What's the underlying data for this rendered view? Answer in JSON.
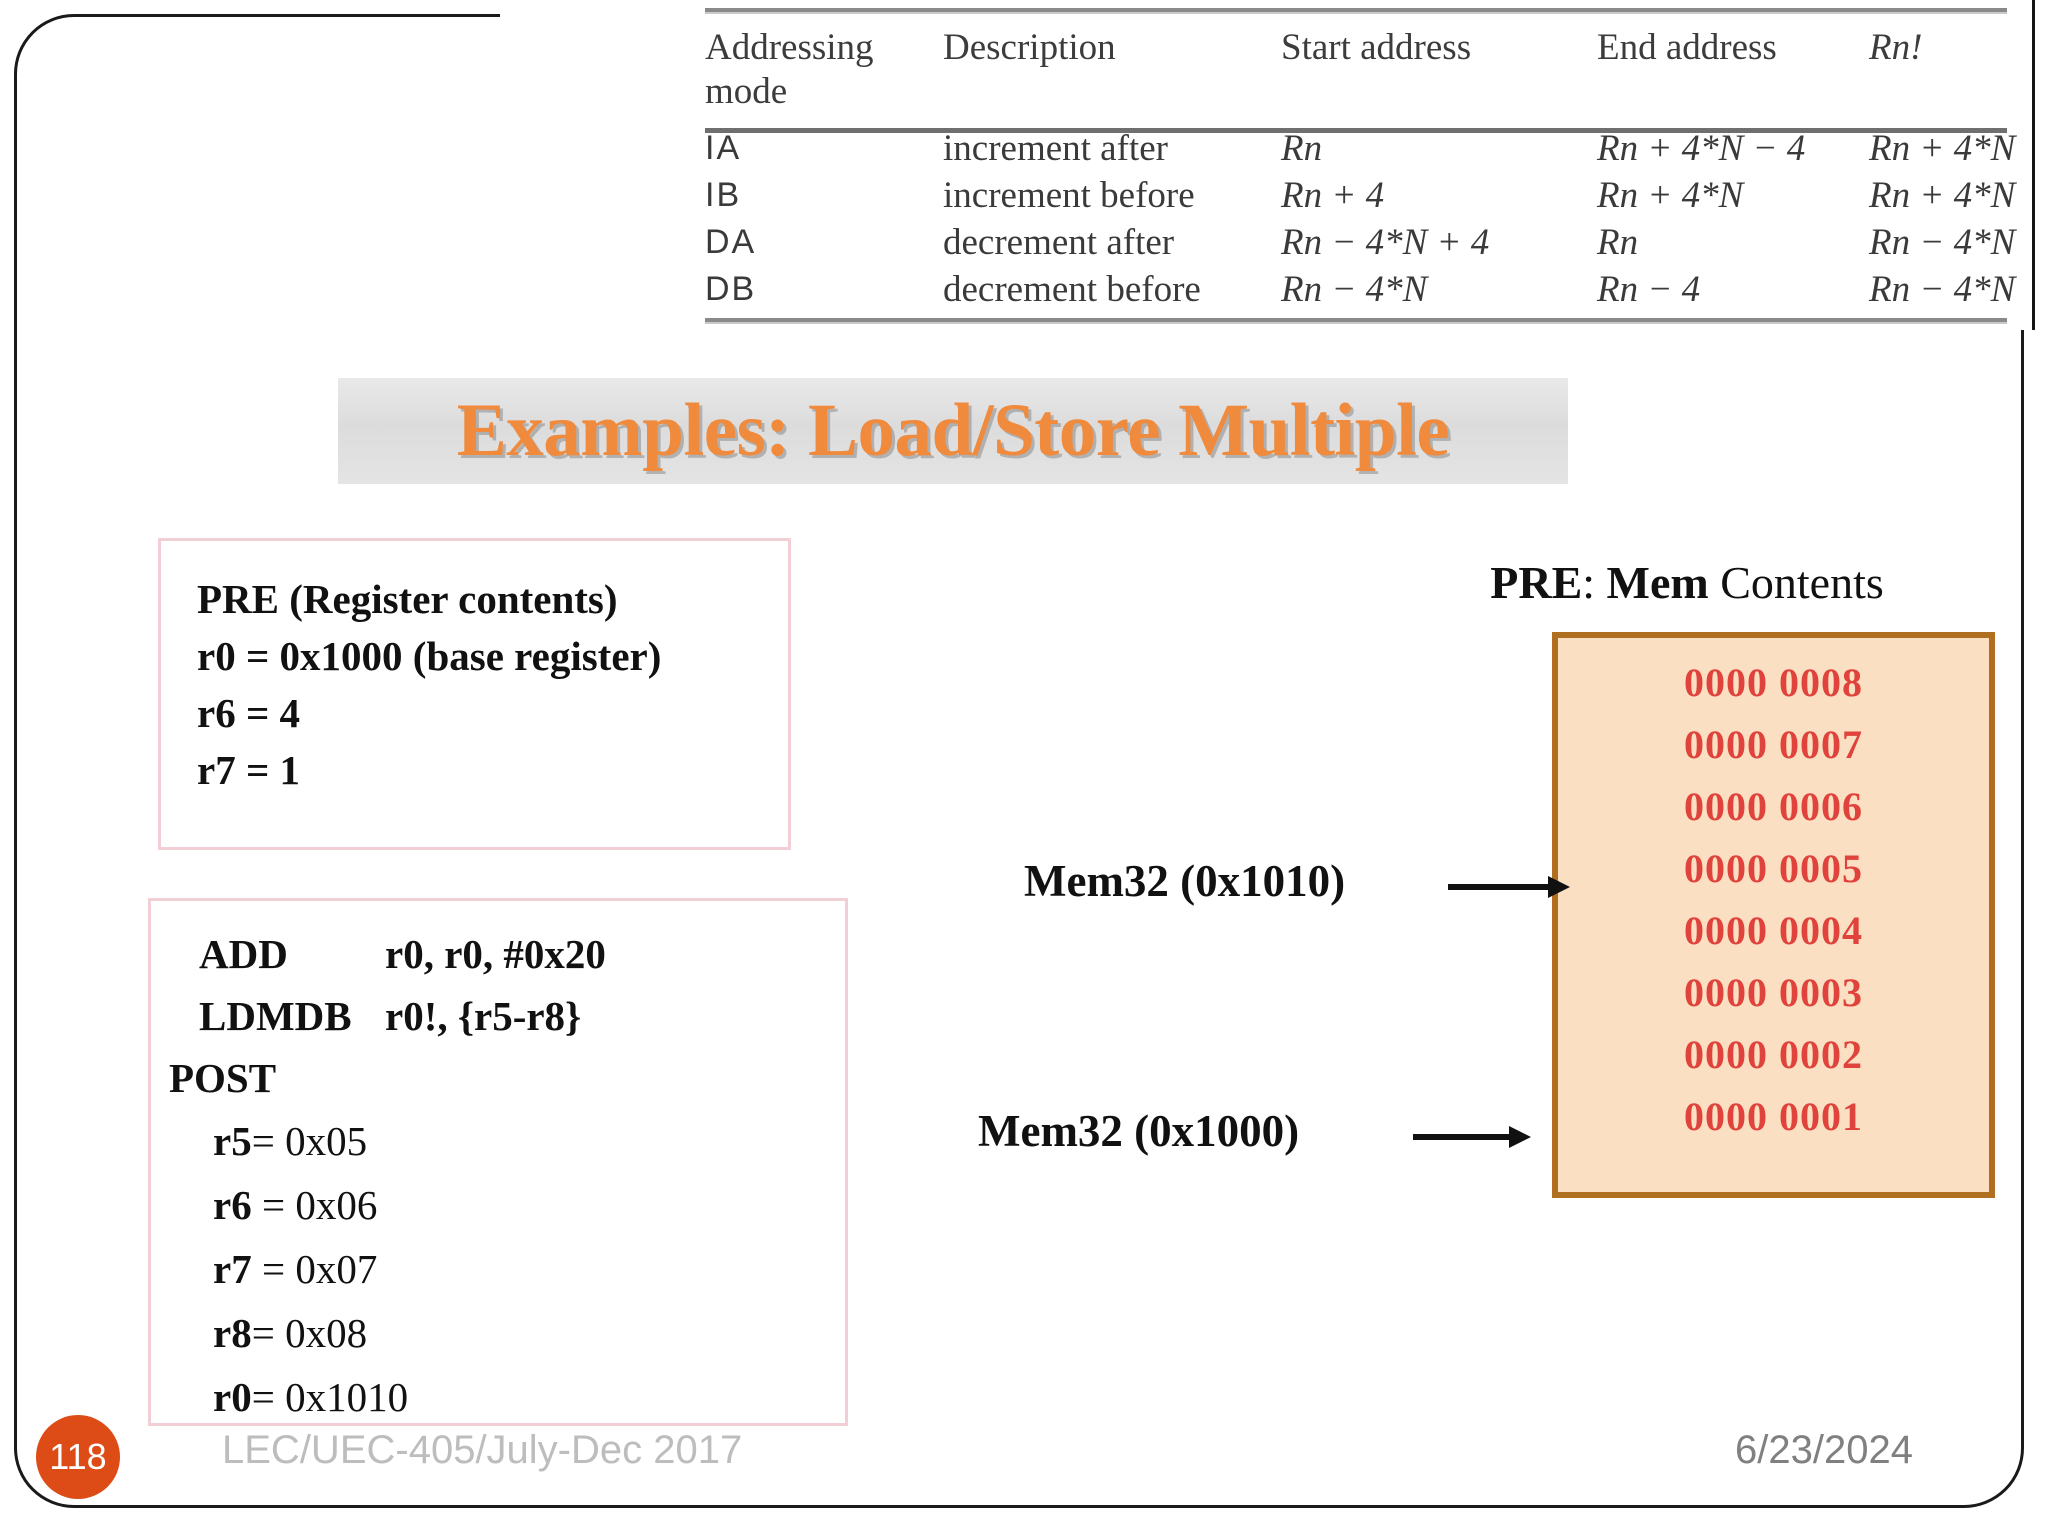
{
  "slide": {
    "title": "Examples: Load/Store Multiple",
    "page_number": "118",
    "footer_course": "LEC/UEC-405/July-Dec 2017",
    "footer_date": "6/23/2024",
    "accent_orange": "#f08a3c",
    "badge_color": "#dd4b16",
    "mem_fill": "#fbdfc2",
    "mem_border": "#b06f20",
    "mem_text_color": "#e0423c",
    "box_border": "#f2cfd4"
  },
  "addressing_table": {
    "headers": [
      "Addressing mode",
      "Description",
      "Start address",
      "End address",
      "Rn!"
    ],
    "header_line1": "Addressing",
    "header_line2": "mode",
    "rows": [
      {
        "mode": "IA",
        "description": "increment after",
        "start": "Rn",
        "end": "Rn + 4*N − 4",
        "rn_bang": "Rn + 4*N"
      },
      {
        "mode": "IB",
        "description": "increment before",
        "start": "Rn + 4",
        "end": "Rn + 4*N",
        "rn_bang": "Rn + 4*N"
      },
      {
        "mode": "DA",
        "description": "decrement after",
        "start": "Rn − 4*N + 4",
        "end": "Rn",
        "rn_bang": "Rn − 4*N"
      },
      {
        "mode": "DB",
        "description": "decrement before",
        "start": "Rn − 4*N",
        "end": "Rn − 4",
        "rn_bang": "Rn − 4*N"
      }
    ]
  },
  "pre_registers": {
    "heading": "PRE (Register contents)",
    "lines": [
      "r0 = 0x1000 (base register)",
      "r6 = 4",
      "r7 = 1"
    ]
  },
  "code_block": {
    "instructions": [
      {
        "op": "ADD",
        "operands": "r0, r0, #0x20"
      },
      {
        "op": "LDMDB",
        "operands": "r0!, {r5-r8}"
      }
    ],
    "post_label": "POST",
    "post_registers": [
      {
        "name": "r5",
        "eq": "=",
        "value": "0x05"
      },
      {
        "name": "r6",
        "eq": " =",
        "value": "0x06"
      },
      {
        "name": "r7",
        "eq": " =",
        "value": "0x07"
      },
      {
        "name": "r8",
        "eq": "= ",
        "value": "0x08"
      },
      {
        "name": "r0",
        "eq": "=",
        "value": "0x1010"
      }
    ]
  },
  "memory": {
    "heading_bold1": "PRE",
    "heading_colon": ": ",
    "heading_bold2": "Mem",
    "heading_normal": " Contents",
    "cells": [
      "0000 0008",
      "0000 0007",
      "0000 0006",
      "0000 0005",
      "0000 0004",
      "0000 0003",
      "0000 0002",
      "0000 0001"
    ],
    "pointers": [
      {
        "label": "Mem32 (0x1010)",
        "target_index": 3
      },
      {
        "label": "Mem32 (0x1000)",
        "target_index": 7
      }
    ]
  }
}
